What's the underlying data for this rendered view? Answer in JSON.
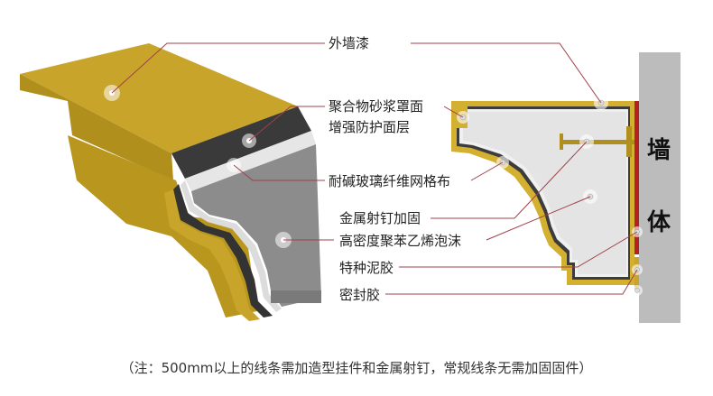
{
  "labels": {
    "exterior_paint": "外墙漆",
    "polymer_mortar_line1": "聚合物砂浆罩面",
    "polymer_mortar_line2": "增强防护面层",
    "fiberglass_mesh": "耐碱玻璃纤维网格布",
    "metal_nail": "金属射钉加固",
    "eps_foam": "高密度聚苯乙烯泡沫",
    "special_glue": "特种泥胶",
    "sealant": "密封胶"
  },
  "wall": {
    "char1": "墙",
    "char2": "体"
  },
  "note": "（注：500mm以上的线条需加造型挂件和金属射钉，常规线条无需加固固件）",
  "colors": {
    "paint_yellow": "#c8a428",
    "mortar_dark": "#3a3a3a",
    "mesh_white": "#e8e8e8",
    "foam_gray": "#8a8a8a",
    "wall_gray": "#bdbdbd",
    "leader_red": "#a0404a",
    "glue_red": "#b02020"
  }
}
